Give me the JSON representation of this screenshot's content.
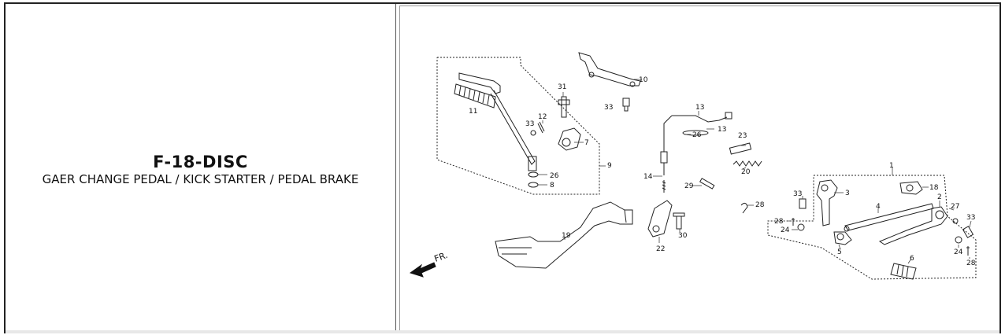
{
  "header": {
    "code": "F-18-DISC",
    "description": "GAER CHANGE PEDAL / KICK STARTER / PEDAL BRAKE"
  },
  "diagram": {
    "direction_label": "FR.",
    "callouts": [
      "1",
      "2",
      "3",
      "4",
      "5",
      "6",
      "7",
      "8",
      "9",
      "10",
      "11",
      "12",
      "13",
      "13",
      "14",
      "18",
      "19",
      "20",
      "22",
      "23",
      "24",
      "24",
      "26",
      "26",
      "27",
      "28",
      "28",
      "28",
      "29",
      "30",
      "31",
      "33",
      "33",
      "33",
      "33"
    ]
  }
}
